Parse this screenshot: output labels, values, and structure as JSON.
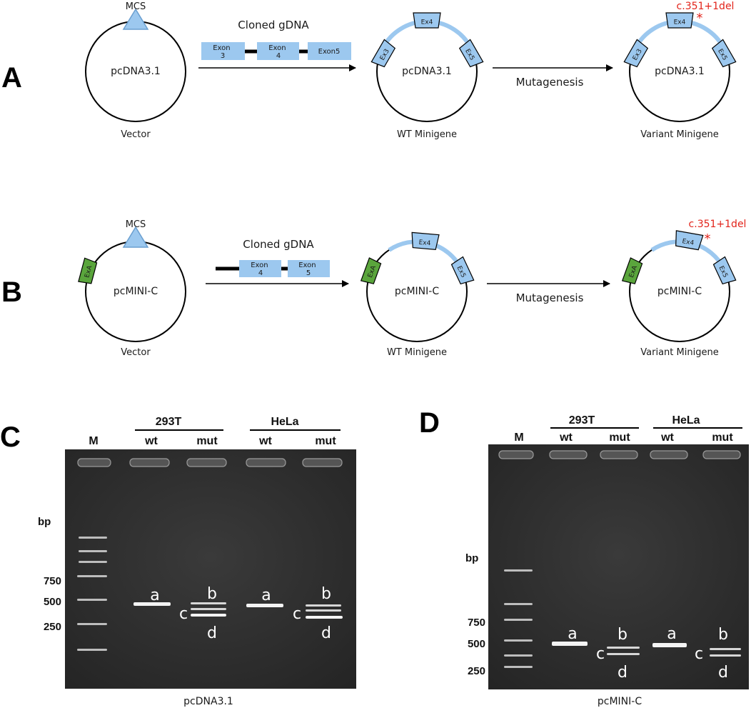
{
  "panels": {
    "A": {
      "letter": "A",
      "vector": {
        "name": "pcDNA3.1",
        "site": "MCS",
        "caption": "Vector"
      },
      "insert": {
        "title": "Cloned gDNA",
        "exons": [
          "Exon\n3",
          "Exon\n4",
          "Exon5"
        ]
      },
      "wt": {
        "name": "pcDNA3.1",
        "caption": "WT Minigene",
        "exons": [
          "Ex3",
          "Ex4",
          "Ex5"
        ]
      },
      "step": "Mutagenesis",
      "variant": {
        "name": "pcDNA3.1",
        "caption": "Variant Minigene",
        "exons": [
          "Ex3",
          "Ex4",
          "Ex5"
        ],
        "mutation": "c.351+1del",
        "mark": "*"
      }
    },
    "B": {
      "letter": "B",
      "vector": {
        "name": "pcMINI-C",
        "site": "MCS",
        "caption": "Vector",
        "exon": "ExA"
      },
      "insert": {
        "title": "Cloned gDNA",
        "exons": [
          "Exon\n4",
          "Exon\n5"
        ]
      },
      "wt": {
        "name": "pcMINI-C",
        "caption": "WT Minigene",
        "exons": [
          "ExA",
          "Ex4",
          "Ex5"
        ]
      },
      "step": "Mutagenesis",
      "variant": {
        "name": "pcMINI-C",
        "caption": "Variant Minigene",
        "exons": [
          "ExA",
          "Ex4",
          "Ex5"
        ],
        "mutation": "c.351+1del",
        "mark": "*"
      }
    },
    "C": {
      "letter": "C",
      "marker": "M",
      "bp": "bp",
      "groups": [
        "293T",
        "HeLa"
      ],
      "lanes": [
        "wt",
        "mut",
        "wt",
        "mut"
      ],
      "sizes": [
        "750",
        "500",
        "250"
      ],
      "band_labels": [
        "a",
        "b",
        "c",
        "d",
        "a",
        "b",
        "c",
        "d"
      ],
      "caption": "pcDNA3.1"
    },
    "D": {
      "letter": "D",
      "marker": "M",
      "bp": "bp",
      "groups": [
        "293T",
        "HeLa"
      ],
      "lanes": [
        "wt",
        "mut",
        "wt",
        "mut"
      ],
      "sizes": [
        "750",
        "500",
        "250"
      ],
      "band_labels": [
        "a",
        "b",
        "c",
        "d",
        "a",
        "b",
        "c",
        "d"
      ],
      "caption": "pcMINI-C"
    }
  },
  "colors": {
    "exon_blue": "#9cc8ef",
    "exon_green": "#5aa53c",
    "mutation_red": "#e2231a",
    "gel_dark": "#2b2b2b"
  }
}
